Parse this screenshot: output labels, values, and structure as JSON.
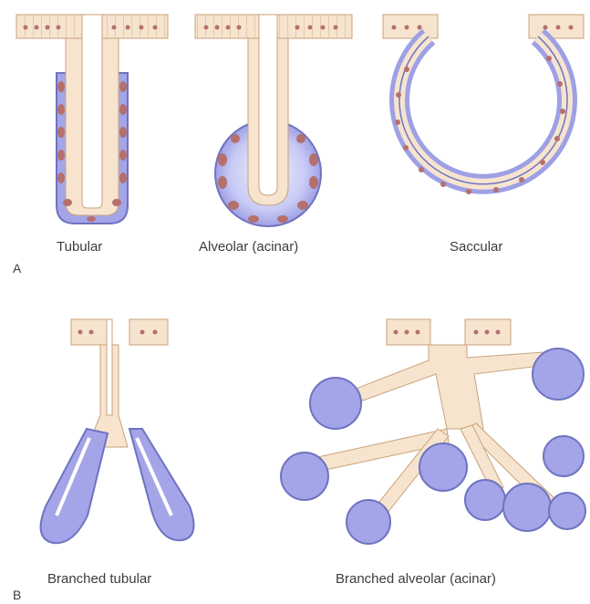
{
  "panel_a": {
    "letter": "A",
    "labels": {
      "tubular": "Tubular",
      "alveolar": "Alveolar (acinar)",
      "saccular": "Saccular"
    }
  },
  "panel_b": {
    "letter": "B",
    "labels": {
      "branched_tubular": "Branched tubular",
      "branched_alveolar": "Branched alveolar (acinar)"
    }
  },
  "colors": {
    "epithelium": "#f6e4cf",
    "cell_line": "#c9a27a",
    "nucleus": "#b5706d",
    "secretory": "#9ea0e6",
    "secretory_light": "#c7c9f4",
    "outline": "#7f83c8"
  }
}
